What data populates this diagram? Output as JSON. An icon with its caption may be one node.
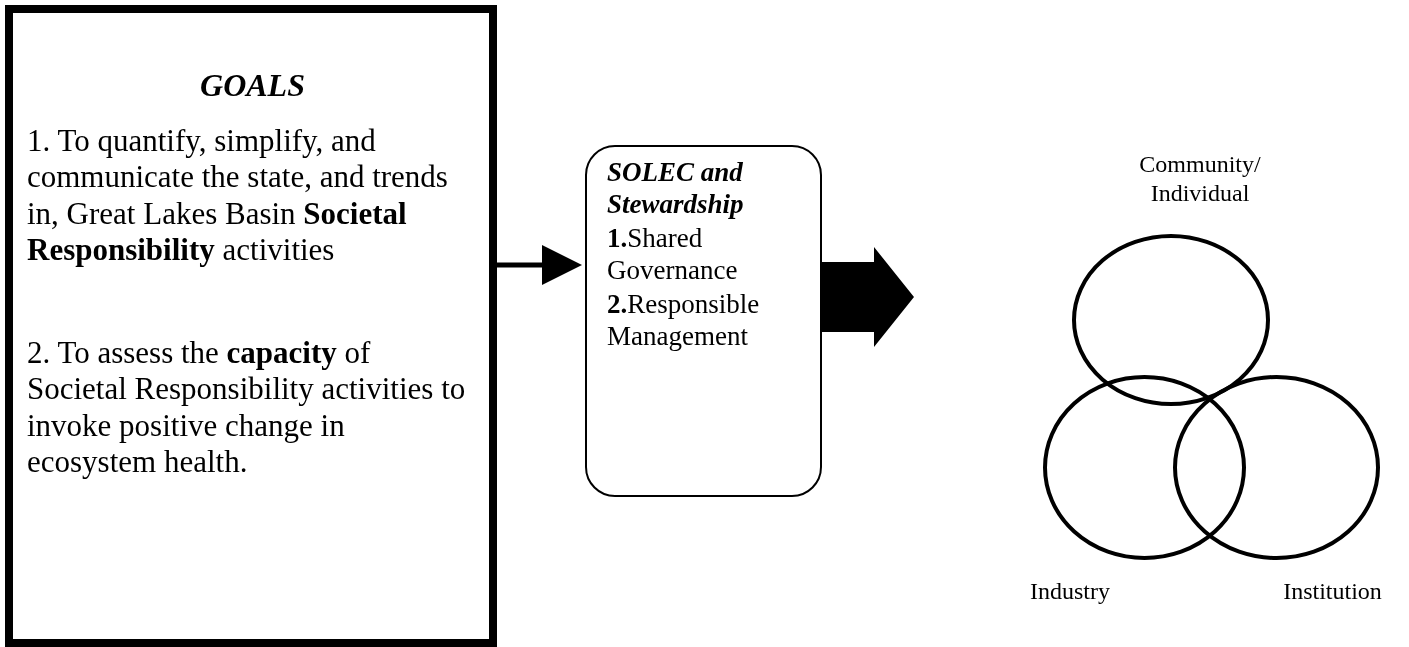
{
  "diagram": {
    "nodes": [
      {
        "text": [
          "GOALS",
          "1. To quantify, simplify, and communicate the state, and trends in, Great Lakes Basin **Societal Responsibility** activities",
          "2. To assess the **capacity** of Societal Responsibility activities to invoke positive change in ecosystem health."
        ]
      },
      {
        "text": [
          "SOLEC and Stewardship",
          "**1.**Shared Governance",
          "**2.**Responsible Management"
        ]
      },
      {
        "text": [],
        "shape": "circle",
        "beside": [
          "Community/ Individual"
        ]
      },
      {
        "text": [],
        "shape": "circle",
        "beside": [
          "Industry"
        ]
      },
      {
        "text": [],
        "shape": "circle",
        "beside": [
          "Institution"
        ]
      }
    ],
    "edges": [
      {
        "from": 0,
        "to": 1,
        "arrow": "to"
      },
      {
        "from": 1,
        "to": null,
        "arrow": "to",
        "style": "thick"
      }
    ]
  }
}
